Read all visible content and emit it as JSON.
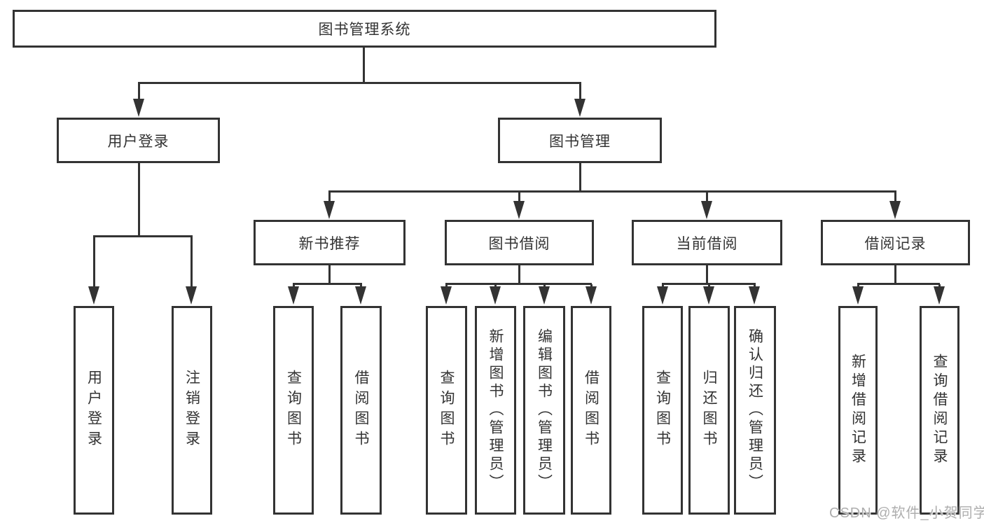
{
  "diagram_title": "图书管理系统",
  "tree": {
    "label": "图书管理系统",
    "children": [
      {
        "label": "用户登录",
        "children": [
          {
            "label": "用户登录"
          },
          {
            "label": "注销登录"
          }
        ]
      },
      {
        "label": "图书管理",
        "children": [
          {
            "label": "新书推荐",
            "children": [
              {
                "label": "查询图书"
              },
              {
                "label": "借阅图书"
              }
            ]
          },
          {
            "label": "图书借阅",
            "children": [
              {
                "label": "查询图书"
              },
              {
                "label": "新增图书（管理员）"
              },
              {
                "label": "编辑图书（管理员）"
              },
              {
                "label": "借阅图书"
              }
            ]
          },
          {
            "label": "当前借阅",
            "children": [
              {
                "label": "查询图书"
              },
              {
                "label": "归还图书"
              },
              {
                "label": "确认归还（管理员）"
              }
            ]
          },
          {
            "label": "借阅记录",
            "children": [
              {
                "label": "新增借阅记录"
              },
              {
                "label": "查询借阅记录"
              }
            ]
          }
        ]
      }
    ]
  },
  "watermark": "CSDN @软件_小贺同学",
  "colors": {
    "line": "#333333",
    "text": "#333333",
    "box_background": "#ffffff",
    "page_background": "#ffffff",
    "watermark": "#aeaeae"
  }
}
